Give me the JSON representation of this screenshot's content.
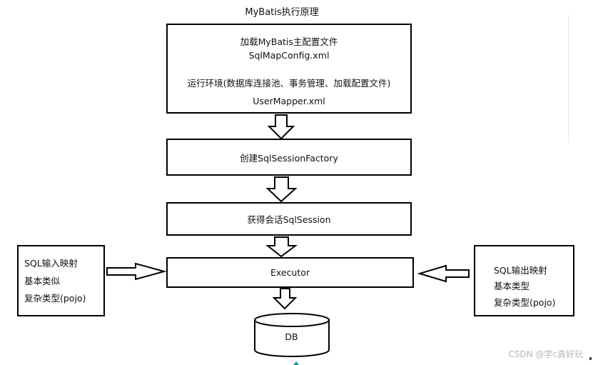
{
  "diagram": {
    "title": "MyBatis执行原理",
    "config_box": {
      "line1": "加载MyBatis主配置文件",
      "line2": "SqlMapConfig.xml",
      "line3": "运行环境(数据库连接池、事务管理、加载配置文件)",
      "line4": "UserMapper.xml"
    },
    "factory_box": "创建SqlSessionFactory",
    "session_box": "获得会话SqlSession",
    "executor_box": "Executor",
    "input_mapping": {
      "title": "SQL输入映射",
      "line1": "基本类似",
      "line2": "复杂类型(pojo)"
    },
    "output_mapping": {
      "title": "SQL输出映射",
      "line1": "基本类型",
      "line2": "复杂类型(pojo)"
    },
    "db_label": "DB"
  },
  "watermark": "CSDN @学c真好玩"
}
